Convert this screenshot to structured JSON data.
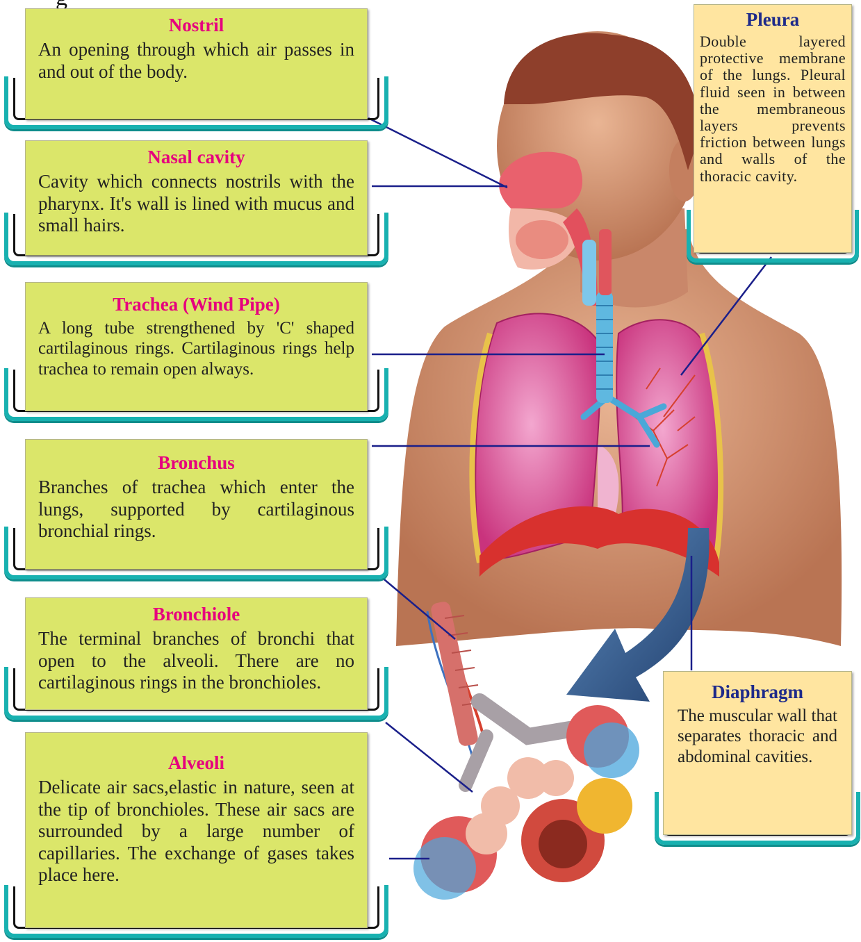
{
  "labels": {
    "nostril": {
      "title": "Nostril",
      "text": "An opening through which air passes in and out of the body."
    },
    "nasal_cavity": {
      "title": "Nasal cavity",
      "text": "Cavity which connects nostrils with the pharynx. It's wall is  lined with mucus and small hairs."
    },
    "trachea": {
      "title": "Trachea (Wind Pipe)",
      "text": "A long tube strengthened by 'C' shaped cartilaginous rings. Cartilaginous rings help trachea to remain open always."
    },
    "bronchus": {
      "title": "Bronchus",
      "text": "Branches of trachea which enter the lungs, supported by cartilaginous bronchial rings."
    },
    "bronchiole": {
      "title": "Bronchiole",
      "text": "The terminal branches of bronchi that open to the alveoli. There are no cartilaginous rings in the bronchioles."
    },
    "alveoli": {
      "title": "Alveoli",
      "text": "Delicate air sacs,elastic in nature, seen at the tip of bronchioles. These air sacs are surrounded by a large number of capillaries. The  exchange of gases takes place here."
    },
    "pleura": {
      "title": "Pleura",
      "text": "Double layered protective membrane of the lungs. Pleural fluid seen in between the membraneous layers prevents friction between lungs and walls of the thoracic cavity."
    },
    "diaphragm": {
      "title": "Diaphragm",
      "text": "The muscular wall that separates thoracic and abdominal cavities."
    }
  },
  "colors": {
    "label_green": "#dbe66a",
    "label_peach": "#ffe5a0",
    "title_magenta": "#e6007e",
    "title_navy": "#1e2a8a",
    "tray_teal": "#18b1b0",
    "leader_line": "#1a1f8a",
    "skin": "#d69a78",
    "lung_pink": "#e0559a",
    "trachea_blue": "#5fb8e0",
    "diaphragm_red": "#d8312e",
    "arrow_blue": "#2f5b8f"
  }
}
